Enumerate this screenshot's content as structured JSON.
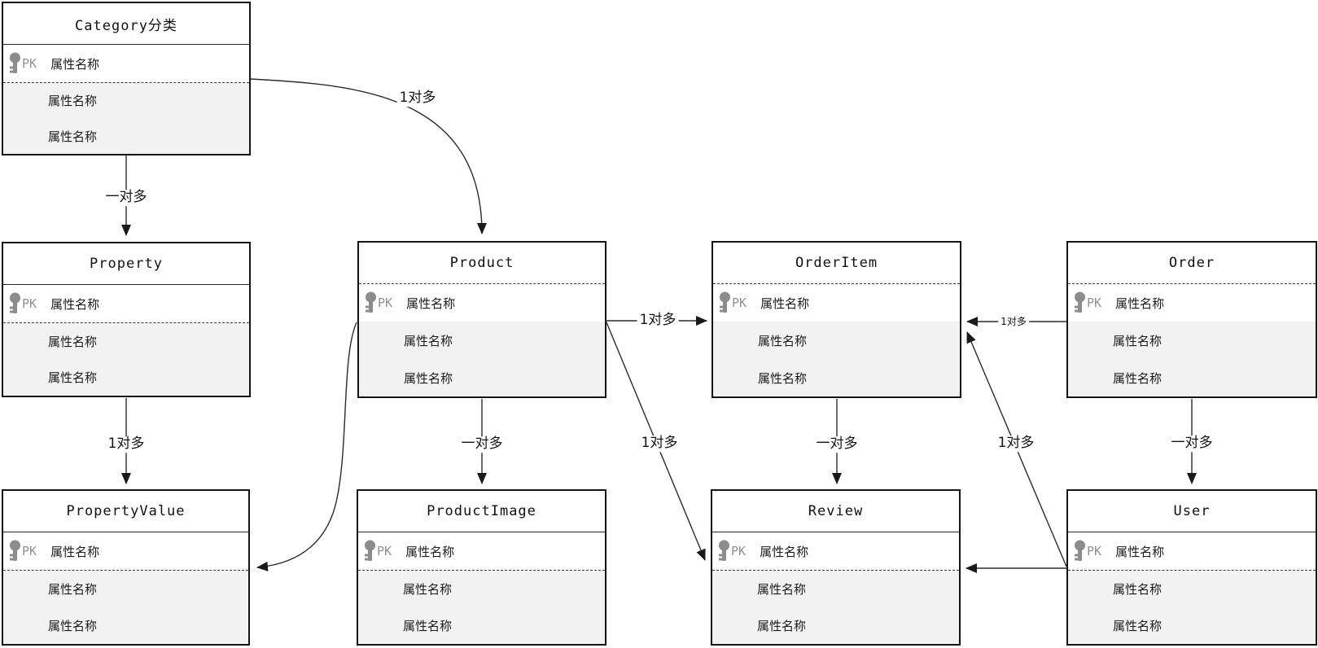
{
  "entities": [
    {
      "name": "category",
      "title": "Category分类",
      "pk": "PK",
      "pk_attr": "属性名称",
      "attrs": [
        "属性名称",
        "属性名称"
      ]
    },
    {
      "name": "property",
      "title": "Property",
      "pk": "PK",
      "pk_attr": "属性名称",
      "attrs": [
        "属性名称",
        "属性名称"
      ]
    },
    {
      "name": "product",
      "title": "Product",
      "pk": "PK",
      "pk_attr": "属性名称",
      "attrs": [
        "属性名称",
        "属性名称"
      ]
    },
    {
      "name": "orderitem",
      "title": "OrderItem",
      "pk": "PK",
      "pk_attr": "属性名称",
      "attrs": [
        "属性名称",
        "属性名称"
      ]
    },
    {
      "name": "order",
      "title": "Order",
      "pk": "PK",
      "pk_attr": "属性名称",
      "attrs": [
        "属性名称",
        "属性名称"
      ]
    },
    {
      "name": "propertyvalue",
      "title": "PropertyValue",
      "pk": "PK",
      "pk_attr": "属性名称",
      "attrs": [
        "属性名称",
        "属性名称"
      ]
    },
    {
      "name": "productimage",
      "title": "ProductImage",
      "pk": "PK",
      "pk_attr": "属性名称",
      "attrs": [
        "属性名称",
        "属性名称"
      ]
    },
    {
      "name": "review",
      "title": "Review",
      "pk": "PK",
      "pk_attr": "属性名称",
      "attrs": [
        "属性名称",
        "属性名称"
      ]
    },
    {
      "name": "user",
      "title": "User",
      "pk": "PK",
      "pk_attr": "属性名称",
      "attrs": [
        "属性名称",
        "属性名称"
      ]
    }
  ],
  "edges": [
    {
      "from": "Category分类",
      "to": "Property",
      "label": "一对多"
    },
    {
      "from": "Category分类",
      "to": "Product",
      "label": "1对多"
    },
    {
      "from": "Property",
      "to": "PropertyValue",
      "label": "1对多"
    },
    {
      "from": "Product",
      "to": "PropertyValue",
      "label": ""
    },
    {
      "from": "Product",
      "to": "ProductImage",
      "label": "一对多"
    },
    {
      "from": "Product",
      "to": "OrderItem",
      "label": "1对多"
    },
    {
      "from": "Product",
      "to": "Review",
      "label": "1对多"
    },
    {
      "from": "OrderItem",
      "to": "Review",
      "label": "一对多"
    },
    {
      "from": "Order",
      "to": "OrderItem",
      "label": "1对多"
    },
    {
      "from": "Order",
      "to": "User",
      "label": "一对多"
    },
    {
      "from": "User",
      "to": "OrderItem",
      "label": "1对多"
    },
    {
      "from": "User",
      "to": "Review",
      "label": ""
    }
  ],
  "colors": {
    "entity_border": "#141414",
    "attr_section_bg": "#f2f2f2",
    "key_icon": "#8c8c8c",
    "pk_text": "#919191",
    "connector": "#2b2b2b",
    "background": "#ffffff"
  }
}
